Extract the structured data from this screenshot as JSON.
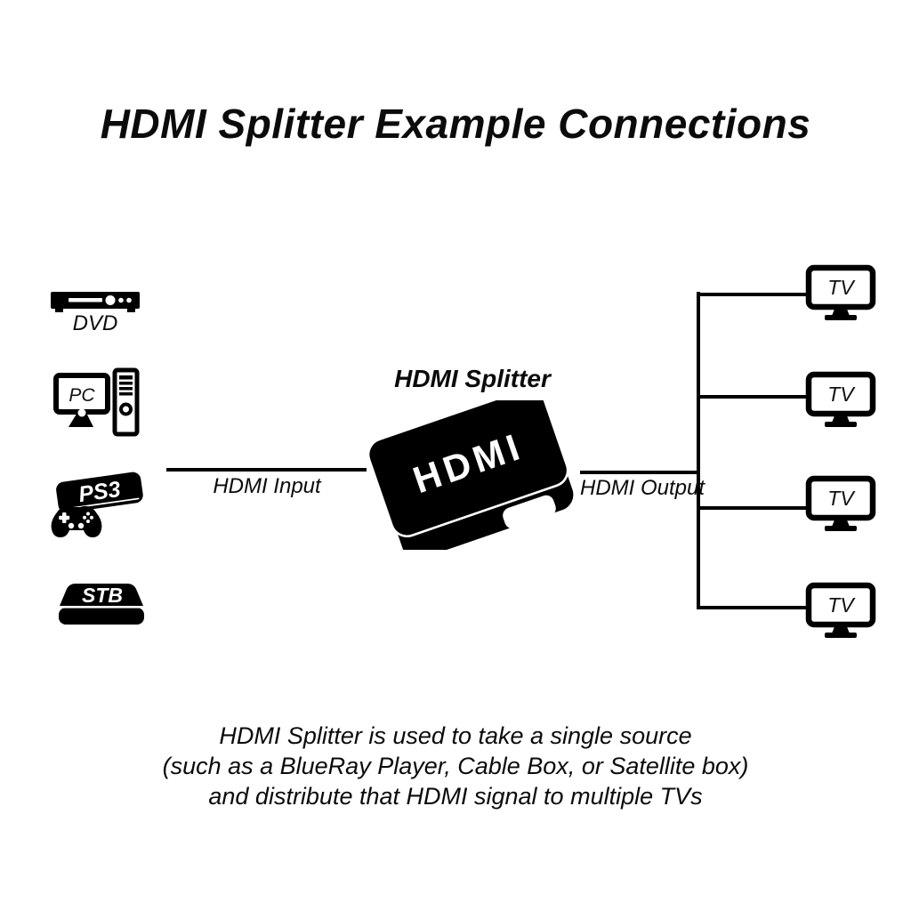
{
  "title": "HDMI Splitter Example Connections",
  "splitter": {
    "label": "HDMI Splitter",
    "device_text": "HDMI",
    "input_label": "HDMI Input",
    "output_label": "HDMI Output"
  },
  "sources": {
    "dvd_label": "DVD",
    "pc_label": "PC",
    "ps3_label": "PS3",
    "stb_label": "STB"
  },
  "outputs": {
    "tvs": [
      "TV",
      "TV",
      "TV",
      "TV"
    ]
  },
  "caption": {
    "line1": "HDMI Splitter is used to take a single source",
    "line2": "(such as a BlueRay Player, Cable Box, or Satellite box)",
    "line3": "and distribute that HDMI signal to multiple TVs"
  },
  "colors": {
    "ink": "#000000",
    "background": "#ffffff"
  }
}
